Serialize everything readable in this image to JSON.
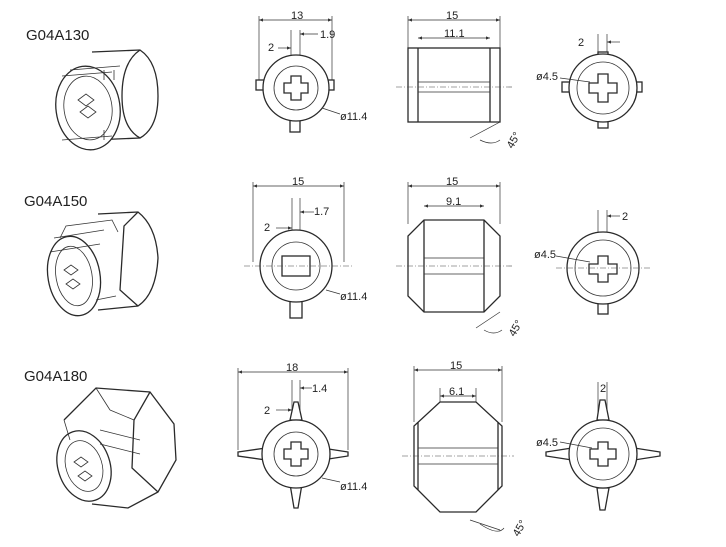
{
  "rows": [
    {
      "model": "G04A130",
      "front": {
        "width": "13",
        "tab_left": "2",
        "tab_right": "1.9",
        "diameter": "ø11.4"
      },
      "side": {
        "length": "15",
        "inner": "11.1",
        "angle": "45°"
      },
      "end": {
        "tab": "2",
        "hole": "ø4.5"
      }
    },
    {
      "model": "G04A150",
      "front": {
        "width": "15",
        "tab_left": "2",
        "tab_right": "1.7",
        "diameter": "ø11.4"
      },
      "side": {
        "length": "15",
        "inner": "9.1",
        "angle": "45°"
      },
      "end": {
        "tab": "2",
        "hole": "ø4.5"
      }
    },
    {
      "model": "G04A180",
      "front": {
        "width": "18",
        "tab_left": "2",
        "tab_right": "1.4",
        "diameter": "ø11.4"
      },
      "side": {
        "length": "15",
        "inner": "6.1",
        "angle": "45°"
      },
      "end": {
        "tab": "2",
        "hole": "ø4.5"
      }
    }
  ]
}
